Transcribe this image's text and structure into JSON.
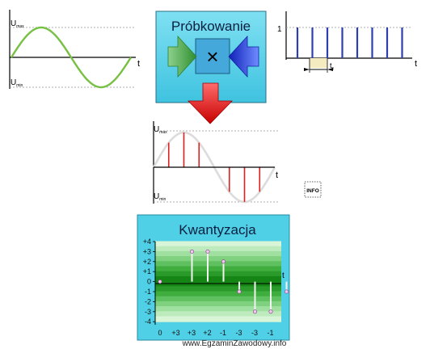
{
  "signal_panel": {
    "u_max": {
      "base": "U",
      "sub": "max"
    },
    "u_min": {
      "base": "U",
      "sub": "min"
    },
    "axis_t": "t"
  },
  "sampling_box": {
    "title": "Próbkowanie",
    "multiply_symbol": "×"
  },
  "pulse_panel": {
    "level": "1",
    "axis_t": "t",
    "period": {
      "base": "t",
      "sub": "s"
    }
  },
  "sampled_panel": {
    "u_max": {
      "base": "U",
      "sub": "max"
    },
    "u_min": {
      "base": "U",
      "sub": "min"
    },
    "axis_t": "t"
  },
  "info_mark": "INFO",
  "quantization": {
    "title": "Kwantyzacja",
    "axis_t": "t",
    "levels": [
      "+4",
      "+3",
      "+2",
      "+1",
      "0",
      "-1",
      "-2",
      "-3",
      "-4"
    ],
    "samples": [
      "0",
      "+3",
      "+3",
      "+2",
      "-1",
      "-3",
      "-3",
      "-1"
    ],
    "sample_values": [
      0,
      3,
      3,
      2,
      -1,
      -3,
      -3,
      -1
    ]
  },
  "footer": "www.EgzaminZawodowy.info",
  "colors": {
    "sine": "#77c043",
    "box": "#5bd3ea",
    "pulse": "#2d3fb0",
    "sample_line": "#dd2020",
    "arrow_green": "#4aa04a",
    "arrow_blue": "#1e3ad0",
    "arrow_red": "#e02020"
  }
}
